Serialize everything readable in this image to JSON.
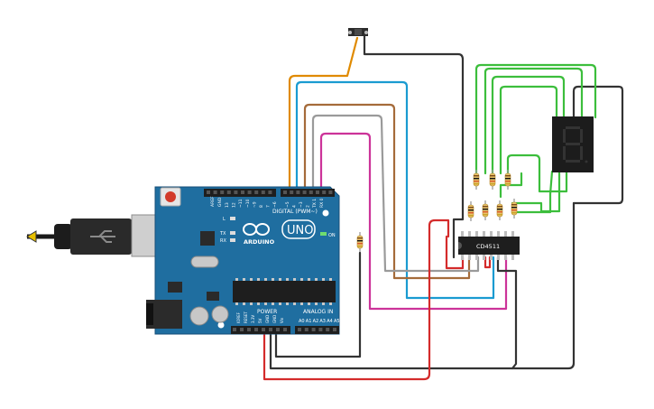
{
  "board": {
    "logo_text": "ARDUINO",
    "model": "UNO",
    "aref": "AREF",
    "gnd": "GND",
    "digital_pins": [
      "13",
      "12",
      "~11",
      "~10",
      "~9",
      "8",
      "7",
      "~6",
      "~5",
      "4",
      "~3",
      "2",
      "TX 1",
      "RX 0"
    ],
    "digital_label": "DIGITAL (PWM~)",
    "l_led": "L",
    "tx_led": "TX",
    "rx_led": "RX",
    "on_label": "ON",
    "power_label": "POWER",
    "analog_label": "ANALOG IN",
    "power_pins": [
      "IOREF",
      "RESET",
      "3.3V",
      "5V",
      "GND",
      "GND",
      "Vin"
    ],
    "analog_pins": [
      "A0",
      "A1",
      "A2",
      "A3",
      "A4",
      "A5"
    ]
  },
  "ic": {
    "label": "CD4511"
  },
  "wire_colors": {
    "orange": "#e08a00",
    "blue": "#1a9bd1",
    "brown": "#a56b3a",
    "gray": "#9a9a9a",
    "magenta": "#cc3399",
    "green": "#3cbe3c",
    "red": "#d42b2b",
    "black": "#333333"
  }
}
